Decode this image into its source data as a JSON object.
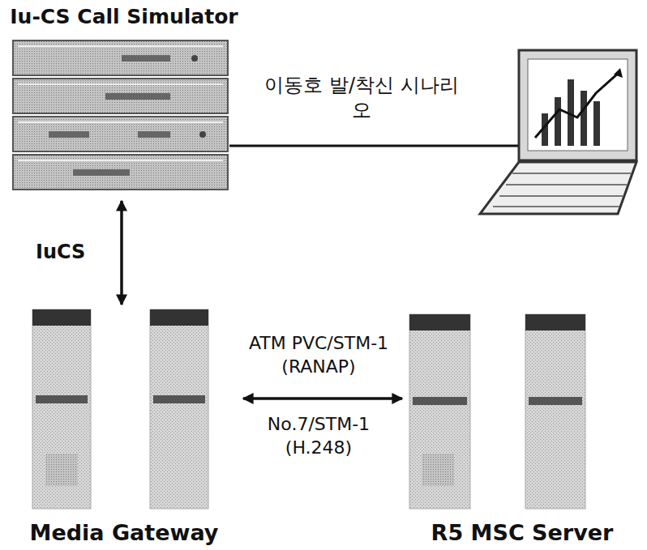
{
  "diagram": {
    "nodes": [
      {
        "text": [
          "Iu-CS Call Simulator"
        ]
      },
      {
        "text": [
          "Media Gateway"
        ]
      },
      {
        "text": [
          "R5 MSC Server"
        ]
      }
    ],
    "edges": [
      {
        "from": 0,
        "to": 1,
        "arrow": "both",
        "label": "IuCS"
      },
      {
        "from": 1,
        "to": 2,
        "arrow": "both",
        "label": "ATM PVC/STM-1 (RANAP)"
      }
    ],
    "labels": [
      "이동호 발/착신 시나리오",
      "No.7/STM-1 (H.248)"
    ]
  }
}
